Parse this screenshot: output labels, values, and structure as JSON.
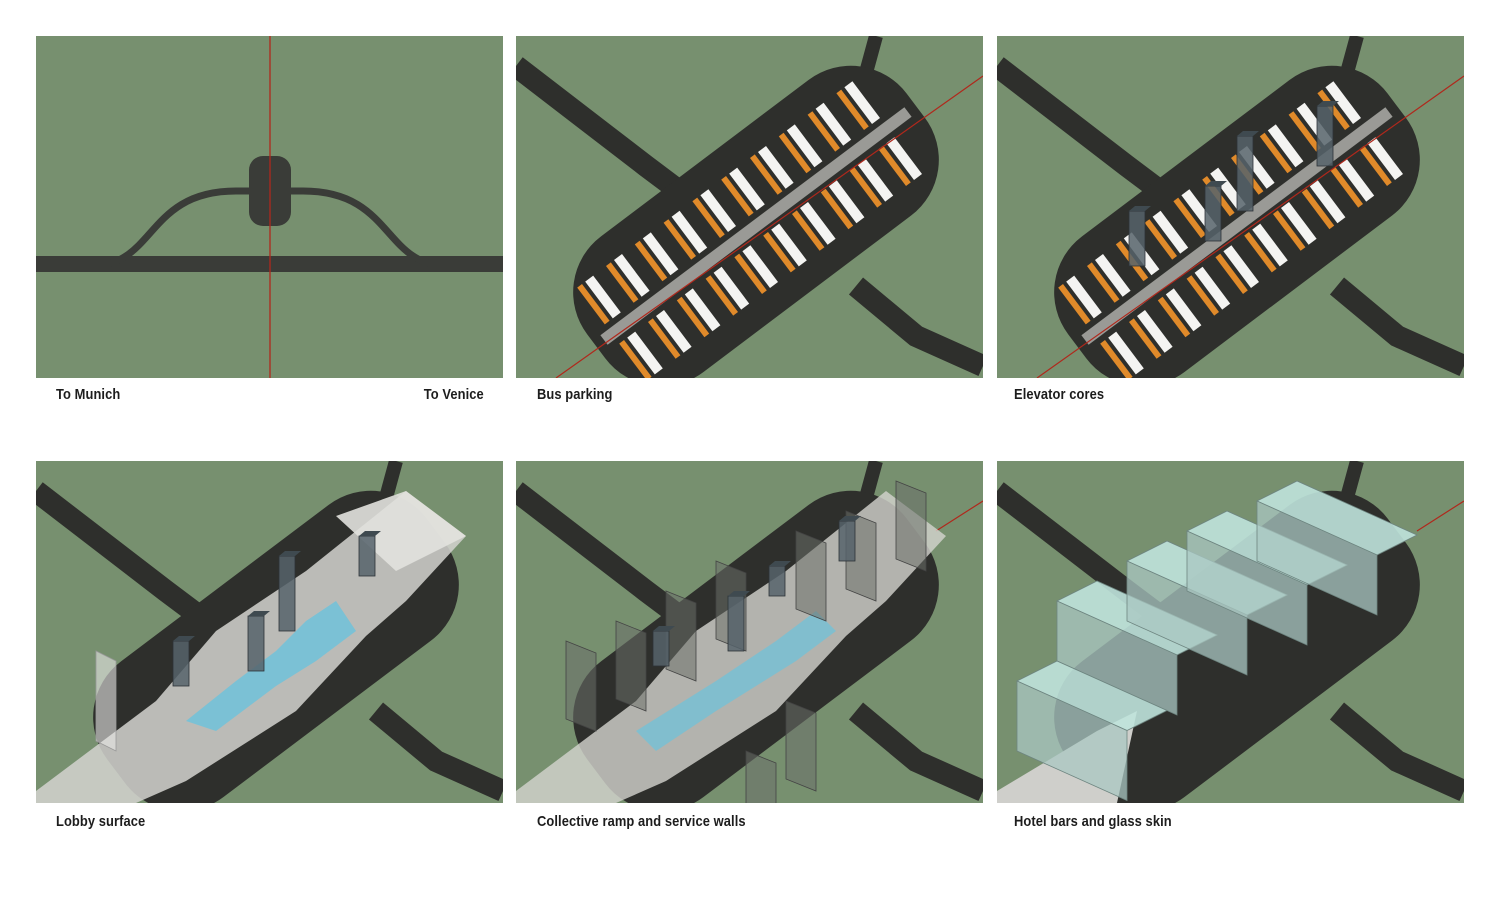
{
  "panels": [
    {
      "id": "site",
      "captions": {
        "left": "To Munich",
        "right": "To Venice"
      }
    },
    {
      "id": "bus",
      "caption": "Bus parking"
    },
    {
      "id": "cores",
      "caption": "Elevator cores"
    },
    {
      "id": "lobby",
      "caption": "Lobby surface"
    },
    {
      "id": "ramp",
      "caption": "Collective ramp and service walls"
    },
    {
      "id": "hotel",
      "caption": "Hotel bars and glass skin"
    }
  ],
  "colors": {
    "ground": "#77906f",
    "road": "#2e2f2c",
    "axis": "#b0281c",
    "bus": "#f4f4f2",
    "bus_stripe": "#e08a2a",
    "core": "#56636b",
    "pool": "#6cc3dc",
    "glass": "#bfe3dc"
  }
}
